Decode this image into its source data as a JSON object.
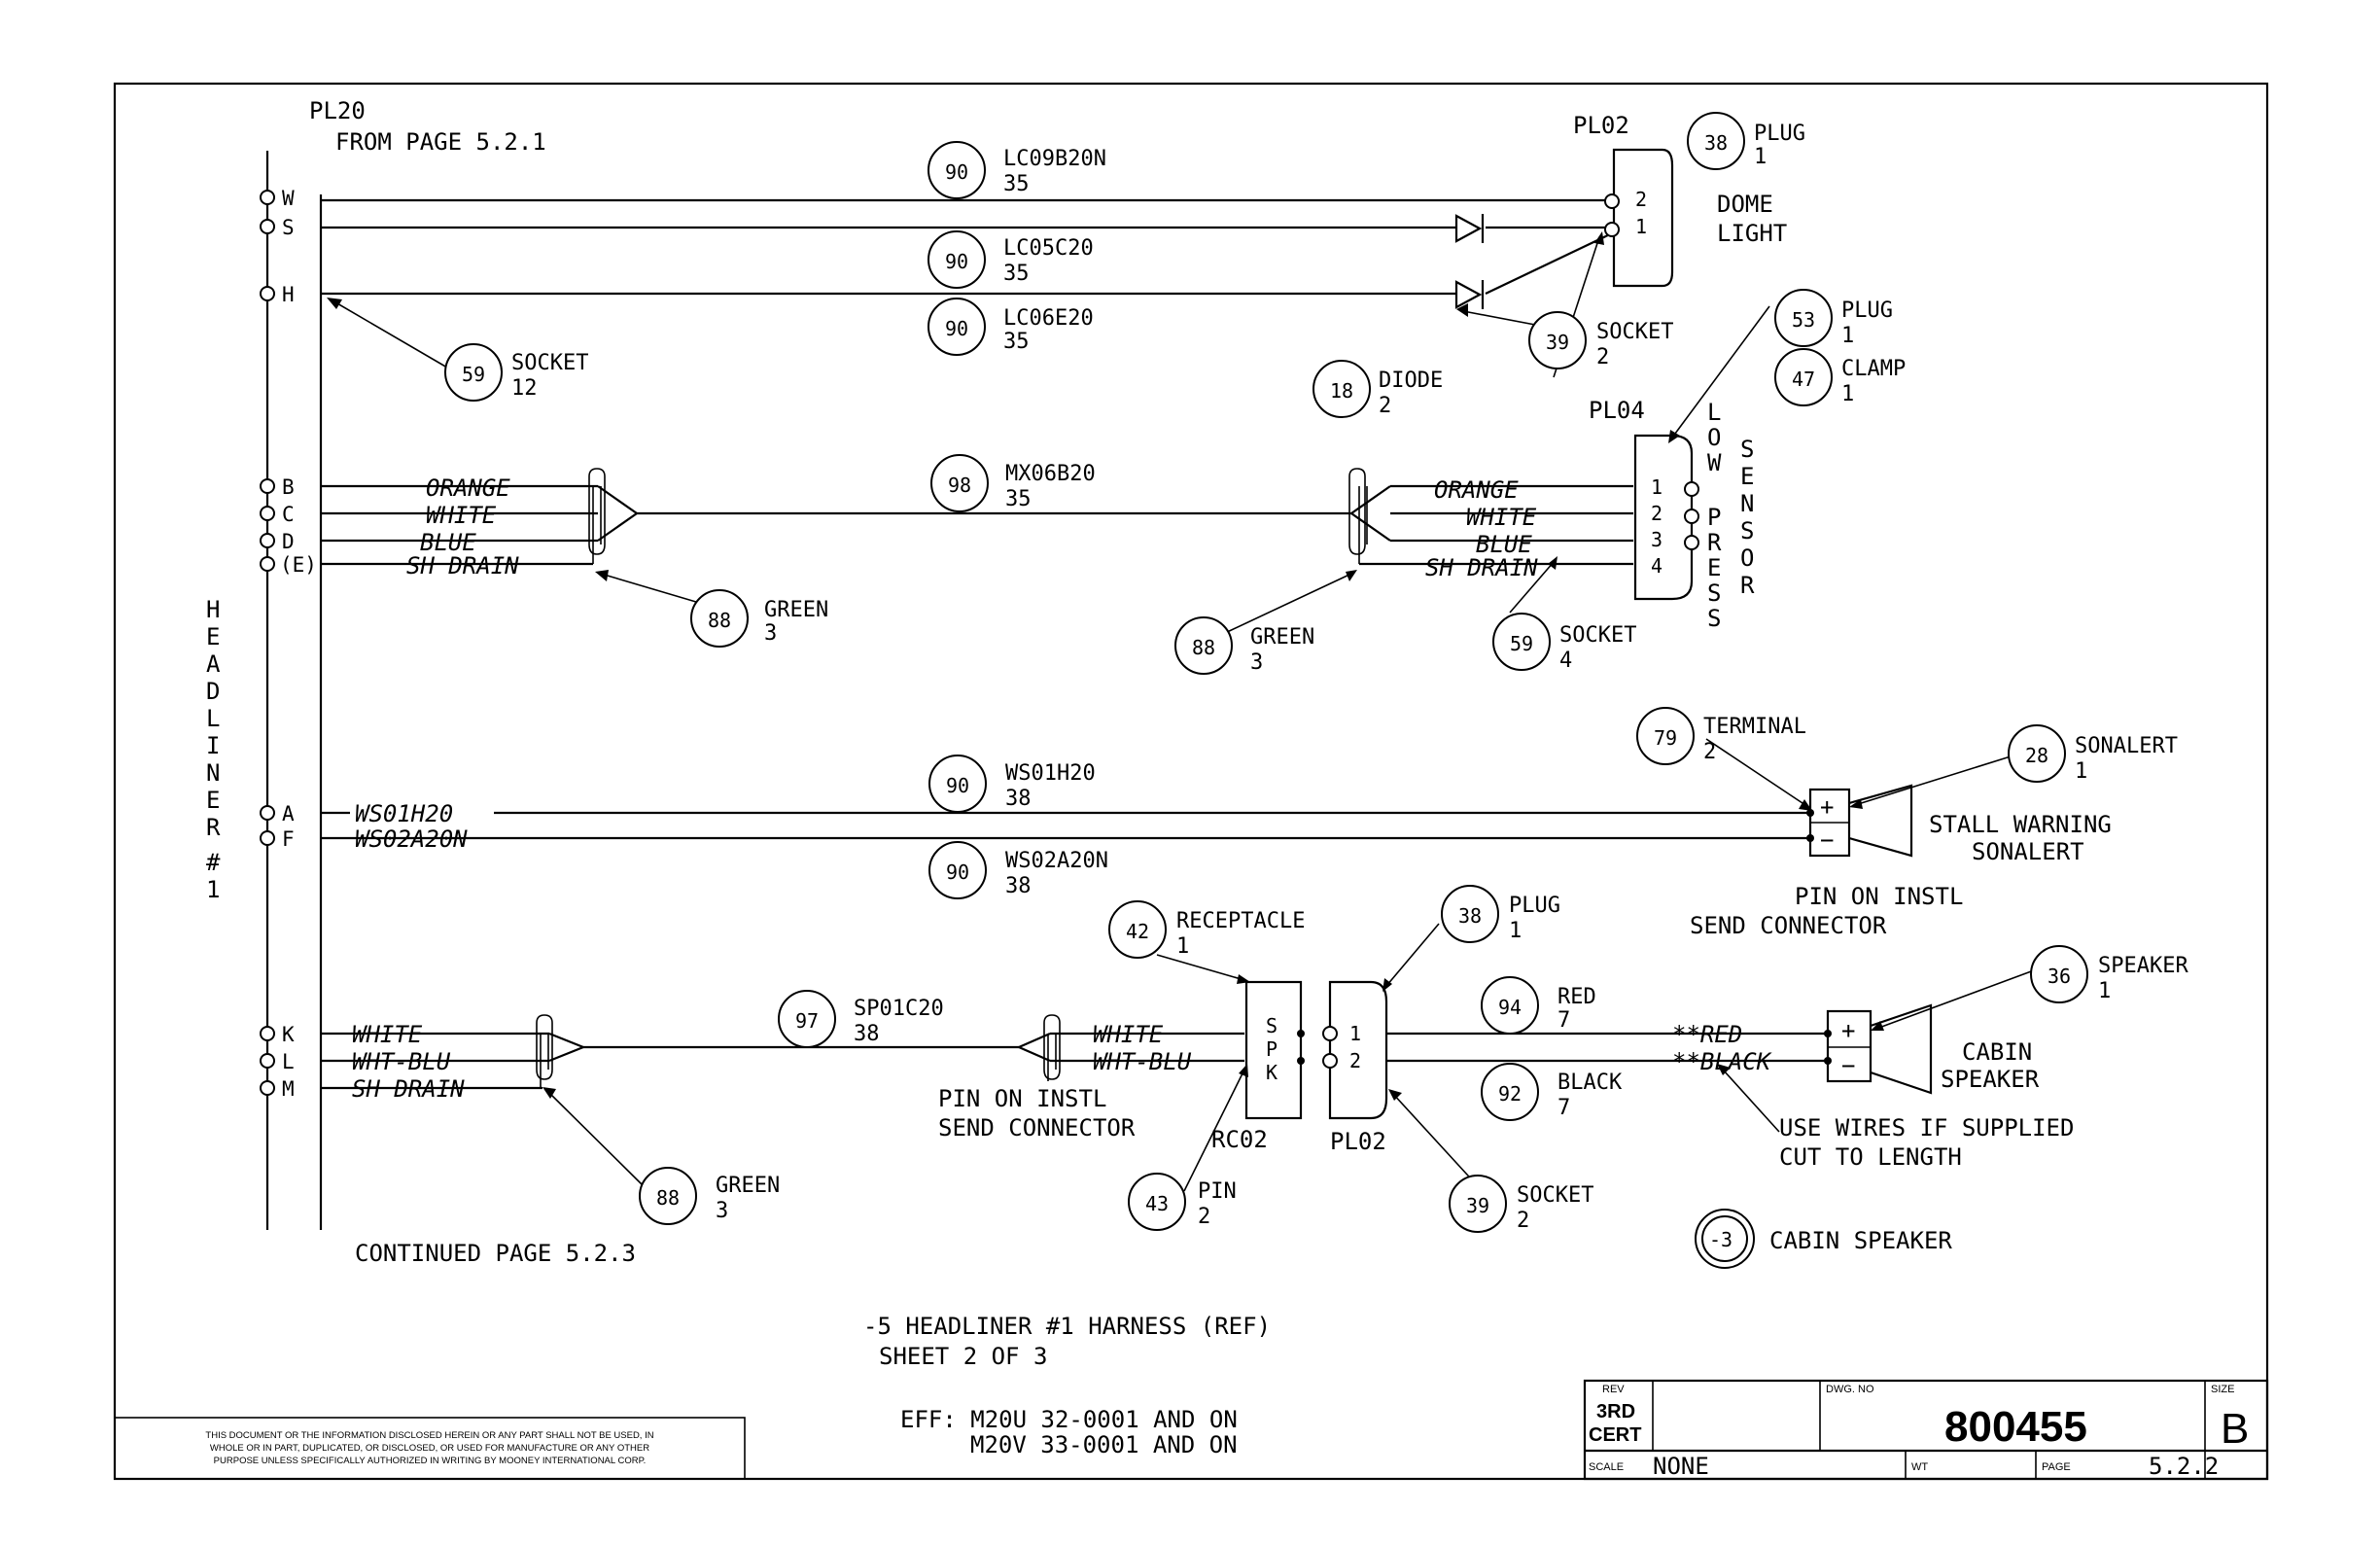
{
  "header": {
    "pl20": "PL20",
    "from_page": "FROM PAGE 5.2.1",
    "continued": "CONTINUED PAGE 5.2.3"
  },
  "headliner": {
    "letters": [
      "H",
      "E",
      "A",
      "D",
      "L",
      "I",
      "N",
      "E",
      "R",
      "#",
      "1"
    ]
  },
  "pins": {
    "W": "W",
    "S": "S",
    "H": "H",
    "B": "B",
    "C": "C",
    "D": "D",
    "E": "(E)",
    "A": "A",
    "F": "F",
    "K": "K",
    "L": "L",
    "M": "M"
  },
  "callouts": {
    "c90a": {
      "num": "90",
      "l1": "LC09B20N",
      "l2": "35"
    },
    "c90b": {
      "num": "90",
      "l1": "LC05C20",
      "l2": "35"
    },
    "c90c": {
      "num": "90",
      "l1": "LC06E20",
      "l2": "35"
    },
    "c59a": {
      "num": "59",
      "l1": "SOCKET",
      "l2": "12"
    },
    "c38a": {
      "num": "38",
      "l1": "PLUG",
      "l2": "1"
    },
    "c39a": {
      "num": "39",
      "l1": "SOCKET",
      "l2": "2"
    },
    "c18": {
      "num": "18",
      "l1": "DIODE",
      "l2": "2"
    },
    "c53": {
      "num": "53",
      "l1": "PLUG",
      "l2": "1"
    },
    "c47": {
      "num": "47",
      "l1": "CLAMP",
      "l2": "1"
    },
    "c98": {
      "num": "98",
      "l1": "MX06B20",
      "l2": "35"
    },
    "c88a": {
      "num": "88",
      "l1": "GREEN",
      "l2": "3"
    },
    "c88b": {
      "num": "88",
      "l1": "GREEN",
      "l2": "3"
    },
    "c59b": {
      "num": "59",
      "l1": "SOCKET",
      "l2": "4"
    },
    "c79": {
      "num": "79",
      "l1": "TERMINAL",
      "l2": "2"
    },
    "c28": {
      "num": "28",
      "l1": "SONALERT",
      "l2": "1"
    },
    "c90d": {
      "num": "90",
      "l1": "WS01H20",
      "l2": "38"
    },
    "c90e": {
      "num": "90",
      "l1": "WS02A20N",
      "l2": "38"
    },
    "c42": {
      "num": "42",
      "l1": "RECEPTACLE",
      "l2": "1"
    },
    "c38b": {
      "num": "38",
      "l1": "PLUG",
      "l2": "1"
    },
    "c97": {
      "num": "97",
      "l1": "SP01C20",
      "l2": "38"
    },
    "c94": {
      "num": "94",
      "l1": "RED",
      "l2": "7"
    },
    "c92": {
      "num": "92",
      "l1": "BLACK",
      "l2": "7"
    },
    "c36": {
      "num": "36",
      "l1": "SPEAKER",
      "l2": "1"
    },
    "c43": {
      "num": "43",
      "l1": "PIN",
      "l2": "2"
    },
    "c39b": {
      "num": "39",
      "l1": "SOCKET",
      "l2": "2"
    },
    "c88c": {
      "num": "88",
      "l1": "GREEN",
      "l2": "3"
    }
  },
  "labels": {
    "pl02_top": "PL02",
    "dome1": "DOME",
    "dome2": "LIGHT",
    "pl04": "PL04",
    "low": [
      "L",
      "O",
      "W"
    ],
    "press": [
      "P",
      "R",
      "E",
      "S",
      "S"
    ],
    "sensor": [
      "S",
      "E",
      "N",
      "S",
      "O",
      "R"
    ],
    "w_orange": "ORANGE",
    "w_white": "WHITE",
    "w_blue": "BLUE",
    "w_shdrain": "SH DRAIN",
    "ws01": "WS01H20",
    "ws02": "WS02A20N",
    "stall1": "STALL WARNING",
    "stall2": "SONALERT",
    "pin_instl1": "PIN ON INSTL",
    "send_conn1": "SEND CONNECTOR",
    "w_white2": "WHITE",
    "w_whtblu": "WHT-BLU",
    "w_shdrain2": "SH DRAIN",
    "w_white3": "WHITE",
    "w_whtblu3": "WHT-BLU",
    "pin_instl2": "PIN ON INSTL",
    "send_conn2": "SEND CONNECTOR",
    "spk": [
      "S",
      "P",
      "K"
    ],
    "rc02": "RC02",
    "pl02_bot": "PL02",
    "red_star": "**RED",
    "black_star": "**BLACK",
    "cabin1": "CABIN",
    "cabin2": "SPEAKER",
    "use1": "USE WIRES IF SUPPLIED",
    "use2": "CUT TO LENGTH",
    "minus3": "-3",
    "cabin_speaker": "CABIN SPEAKER",
    "pins4": [
      "1",
      "2",
      "3",
      "4"
    ],
    "pins_12": [
      "1",
      "2"
    ],
    "pins_21": [
      "2",
      "1"
    ],
    "plus": "+",
    "minus": "−"
  },
  "footer": {
    "harness1": "-5 HEADLINER #1 HARNESS (REF)",
    "harness2": "SHEET 2 OF 3",
    "eff1": "EFF: M20U 32-0001 AND ON",
    "eff2": "M20V 33-0001 AND ON",
    "notice1": "THIS DOCUMENT OR THE INFORMATION DISCLOSED HEREIN OR ANY PART SHALL NOT BE USED, IN",
    "notice2": "WHOLE OR IN PART, DUPLICATED, OR DISCLOSED, OR USED FOR MANUFACTURE OR ANY OTHER",
    "notice3": "PURPOSE UNLESS SPECIFICALLY AUTHORIZED IN WRITING BY MOONEY INTERNATIONAL CORP."
  },
  "titleblock": {
    "rev_label": "REV",
    "rev1": "3RD",
    "rev2": "CERT",
    "dwg_label": "DWG. NO",
    "dwg_no": "800455",
    "size_label": "SIZE",
    "size": "B",
    "scale_label": "SCALE",
    "scale": "NONE",
    "wt_label": "WT",
    "page_label": "PAGE",
    "page": "5.2.2"
  }
}
